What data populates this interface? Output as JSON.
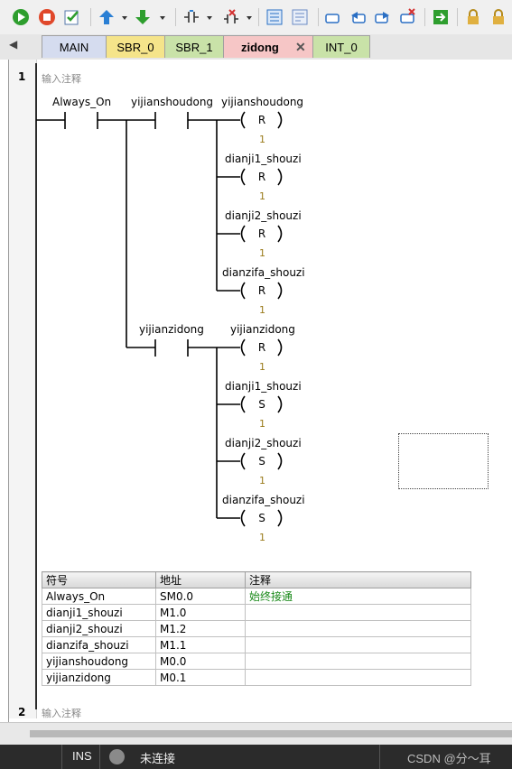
{
  "toolbar": {
    "icons": [
      "run-icon",
      "stop-icon",
      "compile-check-icon",
      "upload-icon",
      "download-icon",
      "insert-contact-icon",
      "delete-contact-icon",
      "network-icon",
      "network-alt-icon",
      "box-icon",
      "back-icon",
      "forward-icon",
      "delete-icon",
      "exit-icon",
      "lock-icon",
      "lock-alt-icon"
    ]
  },
  "tabs": [
    {
      "label": "MAIN",
      "color": "#d5dcef"
    },
    {
      "label": "SBR_0",
      "color": "#f5e48a"
    },
    {
      "label": "SBR_1",
      "color": "#c9e2a8"
    },
    {
      "label": "zidong",
      "color": "#f6c6c6",
      "active": true,
      "close": "✕"
    },
    {
      "label": "INT_0",
      "color": "#c9e2a8"
    }
  ],
  "editor": {
    "network1": {
      "number": "1",
      "comment": "输入注释",
      "contacts": {
        "always_on": "Always_On",
        "yijianshoudong": "yijianshoudong",
        "yijianzidong": "yijianzidong"
      },
      "coils": [
        {
          "name": "yijianshoudong",
          "op": "R",
          "n": "1"
        },
        {
          "name": "dianji1_shouzi",
          "op": "R",
          "n": "1"
        },
        {
          "name": "dianji2_shouzi",
          "op": "R",
          "n": "1"
        },
        {
          "name": "dianzifa_shouzi",
          "op": "R",
          "n": "1"
        },
        {
          "name": "yijianzidong",
          "op": "R",
          "n": "1"
        },
        {
          "name": "dianji1_shouzi",
          "op": "S",
          "n": "1"
        },
        {
          "name": "dianji2_shouzi",
          "op": "S",
          "n": "1"
        },
        {
          "name": "dianzifa_shouzi",
          "op": "S",
          "n": "1"
        }
      ]
    },
    "symbol_table": {
      "headers": [
        "符号",
        "地址",
        "注释"
      ],
      "rows": [
        [
          "Always_On",
          "SM0.0",
          "始终接通"
        ],
        [
          "dianji1_shouzi",
          "M1.0",
          ""
        ],
        [
          "dianji2_shouzi",
          "M1.2",
          ""
        ],
        [
          "dianzifa_shouzi",
          "M1.1",
          ""
        ],
        [
          "yijianshoudong",
          "M0.0",
          ""
        ],
        [
          "yijianzidong",
          "M0.1",
          ""
        ]
      ]
    },
    "network2": {
      "number": "2",
      "comment": "输入注释"
    }
  },
  "statusbar": {
    "mode": "INS",
    "connection": "未连接",
    "watermark": "CSDN @分～耳"
  },
  "colors": {
    "comment_green": "#1a8a1a",
    "coil_number": "#9a7a1a"
  }
}
